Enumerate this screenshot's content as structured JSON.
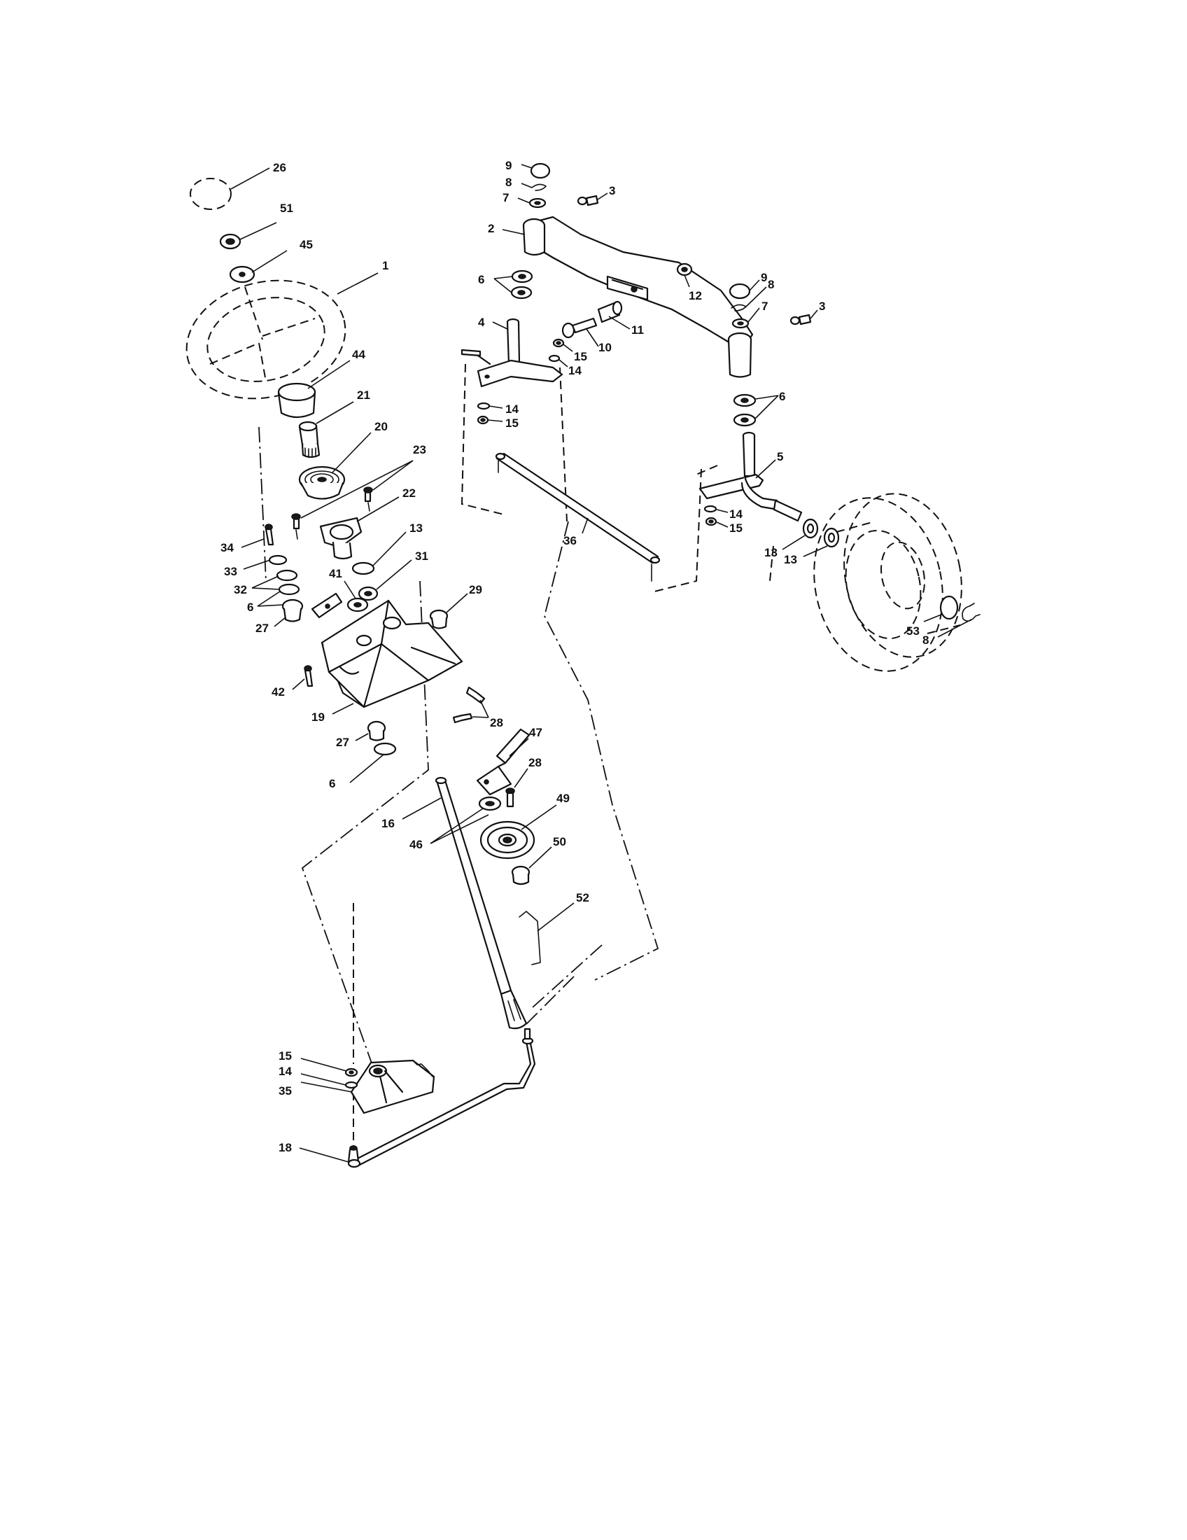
{
  "callouts": {
    "c1": "1",
    "c2": "2",
    "c3a": "3",
    "c3b": "3",
    "c4": "4",
    "c5": "5",
    "c6a": "6",
    "c6b": "6",
    "c6c": "6",
    "c6d": "6",
    "c7a": "7",
    "c7b": "7",
    "c8a": "8",
    "c8b": "8",
    "c8c": "8",
    "c9a": "9",
    "c9b": "9",
    "c10": "10",
    "c11": "11",
    "c12": "12",
    "c13a": "13",
    "c13b": "13",
    "c13c": "13",
    "c14a": "14",
    "c14b": "14",
    "c14c": "14",
    "c14d": "14",
    "c15a": "15",
    "c15b": "15",
    "c15c": "15",
    "c15d": "15",
    "c16": "16",
    "c18": "18",
    "c19": "19",
    "c20": "20",
    "c21": "21",
    "c22": "22",
    "c23": "23",
    "c26": "26",
    "c27a": "27",
    "c27b": "27",
    "c28a": "28",
    "c28b": "28",
    "c29": "29",
    "c31": "31",
    "c32": "32",
    "c33": "33",
    "c34": "34",
    "c35": "35",
    "c36": "36",
    "c41": "41",
    "c42": "42",
    "c44": "44",
    "c45": "45",
    "c46": "46",
    "c47": "47",
    "c49": "49",
    "c50": "50",
    "c51": "51",
    "c52": "52",
    "c53": "53"
  }
}
